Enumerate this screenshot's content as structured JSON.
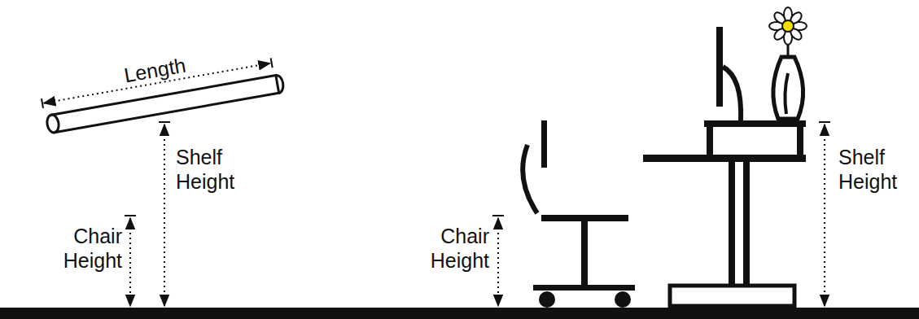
{
  "diagram": {
    "labels": [
      "Length",
      "Shelf Height",
      "Chair Height",
      "Chair Height",
      "Shelf Height"
    ]
  }
}
